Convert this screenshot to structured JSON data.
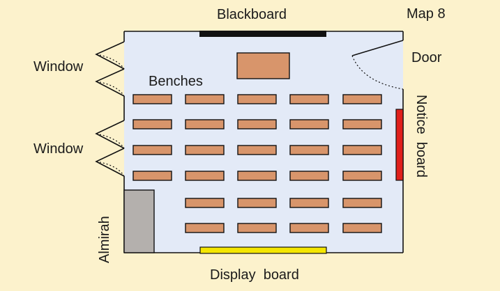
{
  "map": {
    "title": "Map 8",
    "labels": {
      "blackboard": "Blackboard",
      "door": "Door",
      "window_top": "Window",
      "window_bottom": "Window",
      "benches": "Benches",
      "notice_board": "Notice  board",
      "almirah": "Almirah",
      "display_board": "Display  board"
    },
    "bench_rows": [
      {
        "row": 1,
        "benches": 5
      },
      {
        "row": 2,
        "benches": 5
      },
      {
        "row": 3,
        "benches": 5
      },
      {
        "row": 4,
        "benches": 5
      },
      {
        "row": 5,
        "benches": 4
      },
      {
        "row": 6,
        "benches": 4
      }
    ],
    "colors": {
      "background": "#FCF2CC",
      "room_floor": "#E3EAF7",
      "bench": "#D8956B",
      "teacher_table": "#D8956B",
      "blackboard": "#111111",
      "notice_board": "#E0201B",
      "display_board": "#F4E600",
      "almirah": "#B4B0AD"
    }
  }
}
